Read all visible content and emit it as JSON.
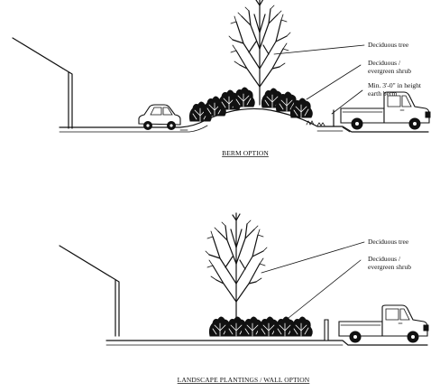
{
  "berm_option": {
    "caption": "BERM OPTION",
    "labels": {
      "tree": "Deciduous tree",
      "shrub_line1": "Deciduous /",
      "shrub_line2": "evergreen shrub",
      "berm_line1": "Min. 3'-0\" in height",
      "berm_line2": "earth berm"
    }
  },
  "wall_option": {
    "caption": "LANDSCAPE PLANTINGS / WALL OPTION",
    "labels": {
      "tree": "Deciduous tree",
      "shrub_line1": "Deciduous /",
      "shrub_line2": "evergreen shrub"
    }
  }
}
